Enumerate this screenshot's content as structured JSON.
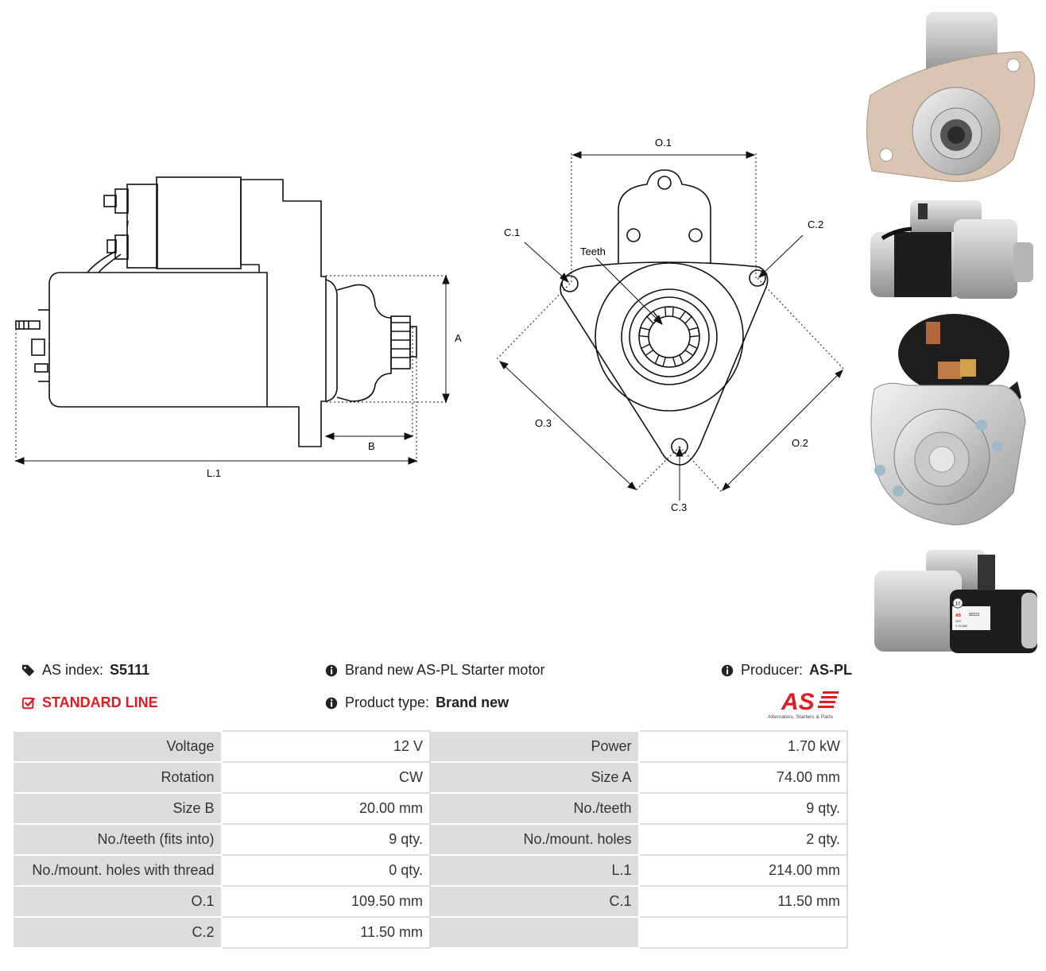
{
  "diagram": {
    "labels": {
      "A": "A",
      "B": "B",
      "L1": "L.1",
      "O1": "O.1",
      "O2": "O.2",
      "O3": "O.3",
      "C1": "C.1",
      "C2": "C.2",
      "C3": "C.3",
      "teeth": "Teeth"
    }
  },
  "info": {
    "as_index_label": "AS index:",
    "as_index_value": "S5111",
    "line": "STANDARD LINE",
    "description": "Brand new AS-PL Starter motor",
    "product_type_label": "Product type:",
    "product_type_value": "Brand new",
    "producer_label": "Producer:",
    "producer_value": "AS-PL"
  },
  "logo": {
    "mark": "AS",
    "tagline": "Alternators, Starters & Parts"
  },
  "photo_label": {
    "badge": "10",
    "code": "S5111",
    "volt": "12V",
    "power": "1.70 kW"
  },
  "specs": [
    [
      "Voltage",
      "12 V",
      "Power",
      "1.70 kW"
    ],
    [
      "Rotation",
      "CW",
      "Size A",
      "74.00 mm"
    ],
    [
      "Size B",
      "20.00 mm",
      "No./teeth",
      "9 qty."
    ],
    [
      "No./teeth (fits into)",
      "9 qty.",
      "No./mount. holes",
      "2 qty."
    ],
    [
      "No./mount. holes with thread",
      "0 qty.",
      "L.1",
      "214.00 mm"
    ],
    [
      "O.1",
      "109.50 mm",
      "C.1",
      "11.50 mm"
    ],
    [
      "C.2",
      "11.50 mm",
      "",
      ""
    ]
  ],
  "colors": {
    "accent": "#e01b22",
    "cell_label": "#dcdcdc"
  },
  "icons": [
    "tags-icon",
    "check-square-icon",
    "info-circle-icon"
  ]
}
